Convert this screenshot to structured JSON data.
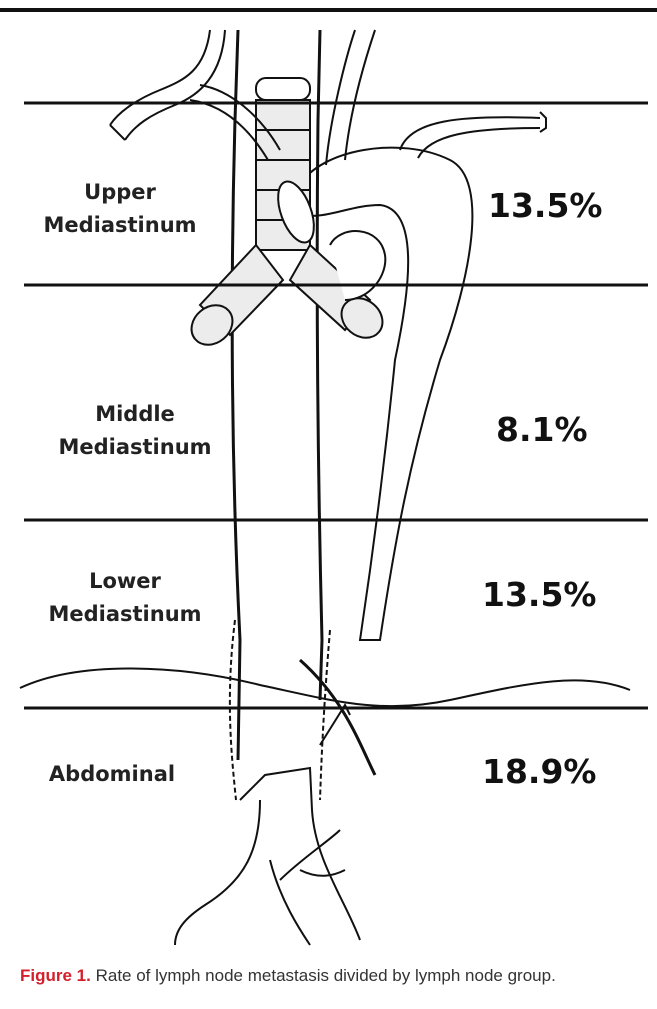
{
  "regions": [
    {
      "label_line1": "Upper",
      "label_line2": "Mediastinum",
      "percent": "13.5%"
    },
    {
      "label_line1": "Middle",
      "label_line2": "Mediastinum",
      "percent": "8.1%"
    },
    {
      "label_line1": "Lower",
      "label_line2": "Mediastinum",
      "percent": "13.5%"
    },
    {
      "label_line1": "Abdominal",
      "label_line2": "",
      "percent": "18.9%"
    }
  ],
  "caption": {
    "lead": "Figure 1.",
    "text": " Rate of lymph node metastasis divided by lymph node group."
  },
  "colors": {
    "lead": "#d4202a",
    "line": "#111111"
  }
}
